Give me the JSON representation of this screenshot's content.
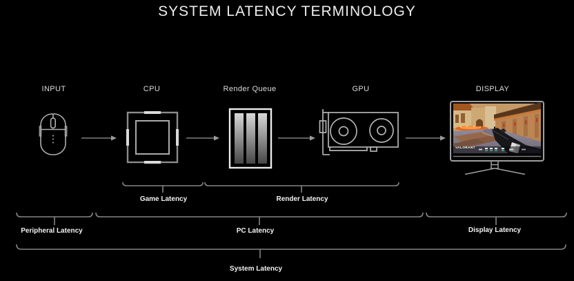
{
  "title": "SYSTEM LATENCY TERMINOLOGY",
  "pipeline": {
    "nodes": [
      {
        "label": "INPUT",
        "icon": "mouse-icon"
      },
      {
        "label": "CPU",
        "icon": "cpu-icon"
      },
      {
        "label": "Render Queue",
        "icon": "render-queue-icon"
      },
      {
        "label": "GPU",
        "icon": "gpu-icon"
      },
      {
        "label": "DISPLAY",
        "icon": "monitor-icon"
      }
    ],
    "flow_arrows": 4
  },
  "display_screen": {
    "game_title": "VALORANT"
  },
  "latency_brackets": {
    "game": {
      "label": "Game Latency"
    },
    "render": {
      "label": "Render Latency"
    },
    "peripheral": {
      "label": "Peripheral Latency"
    },
    "pc": {
      "label": "PC Latency"
    },
    "display": {
      "label": "Display Latency"
    },
    "system": {
      "label": "System Latency"
    }
  },
  "colors": {
    "background": "#000000",
    "text": "#ededed",
    "outline_gray": "#b0b0b0",
    "brace_gray": "#858585",
    "fire_orange": "#e8621e",
    "wall_tan": "#c49a67",
    "hud_green": "#2fd6ac"
  }
}
